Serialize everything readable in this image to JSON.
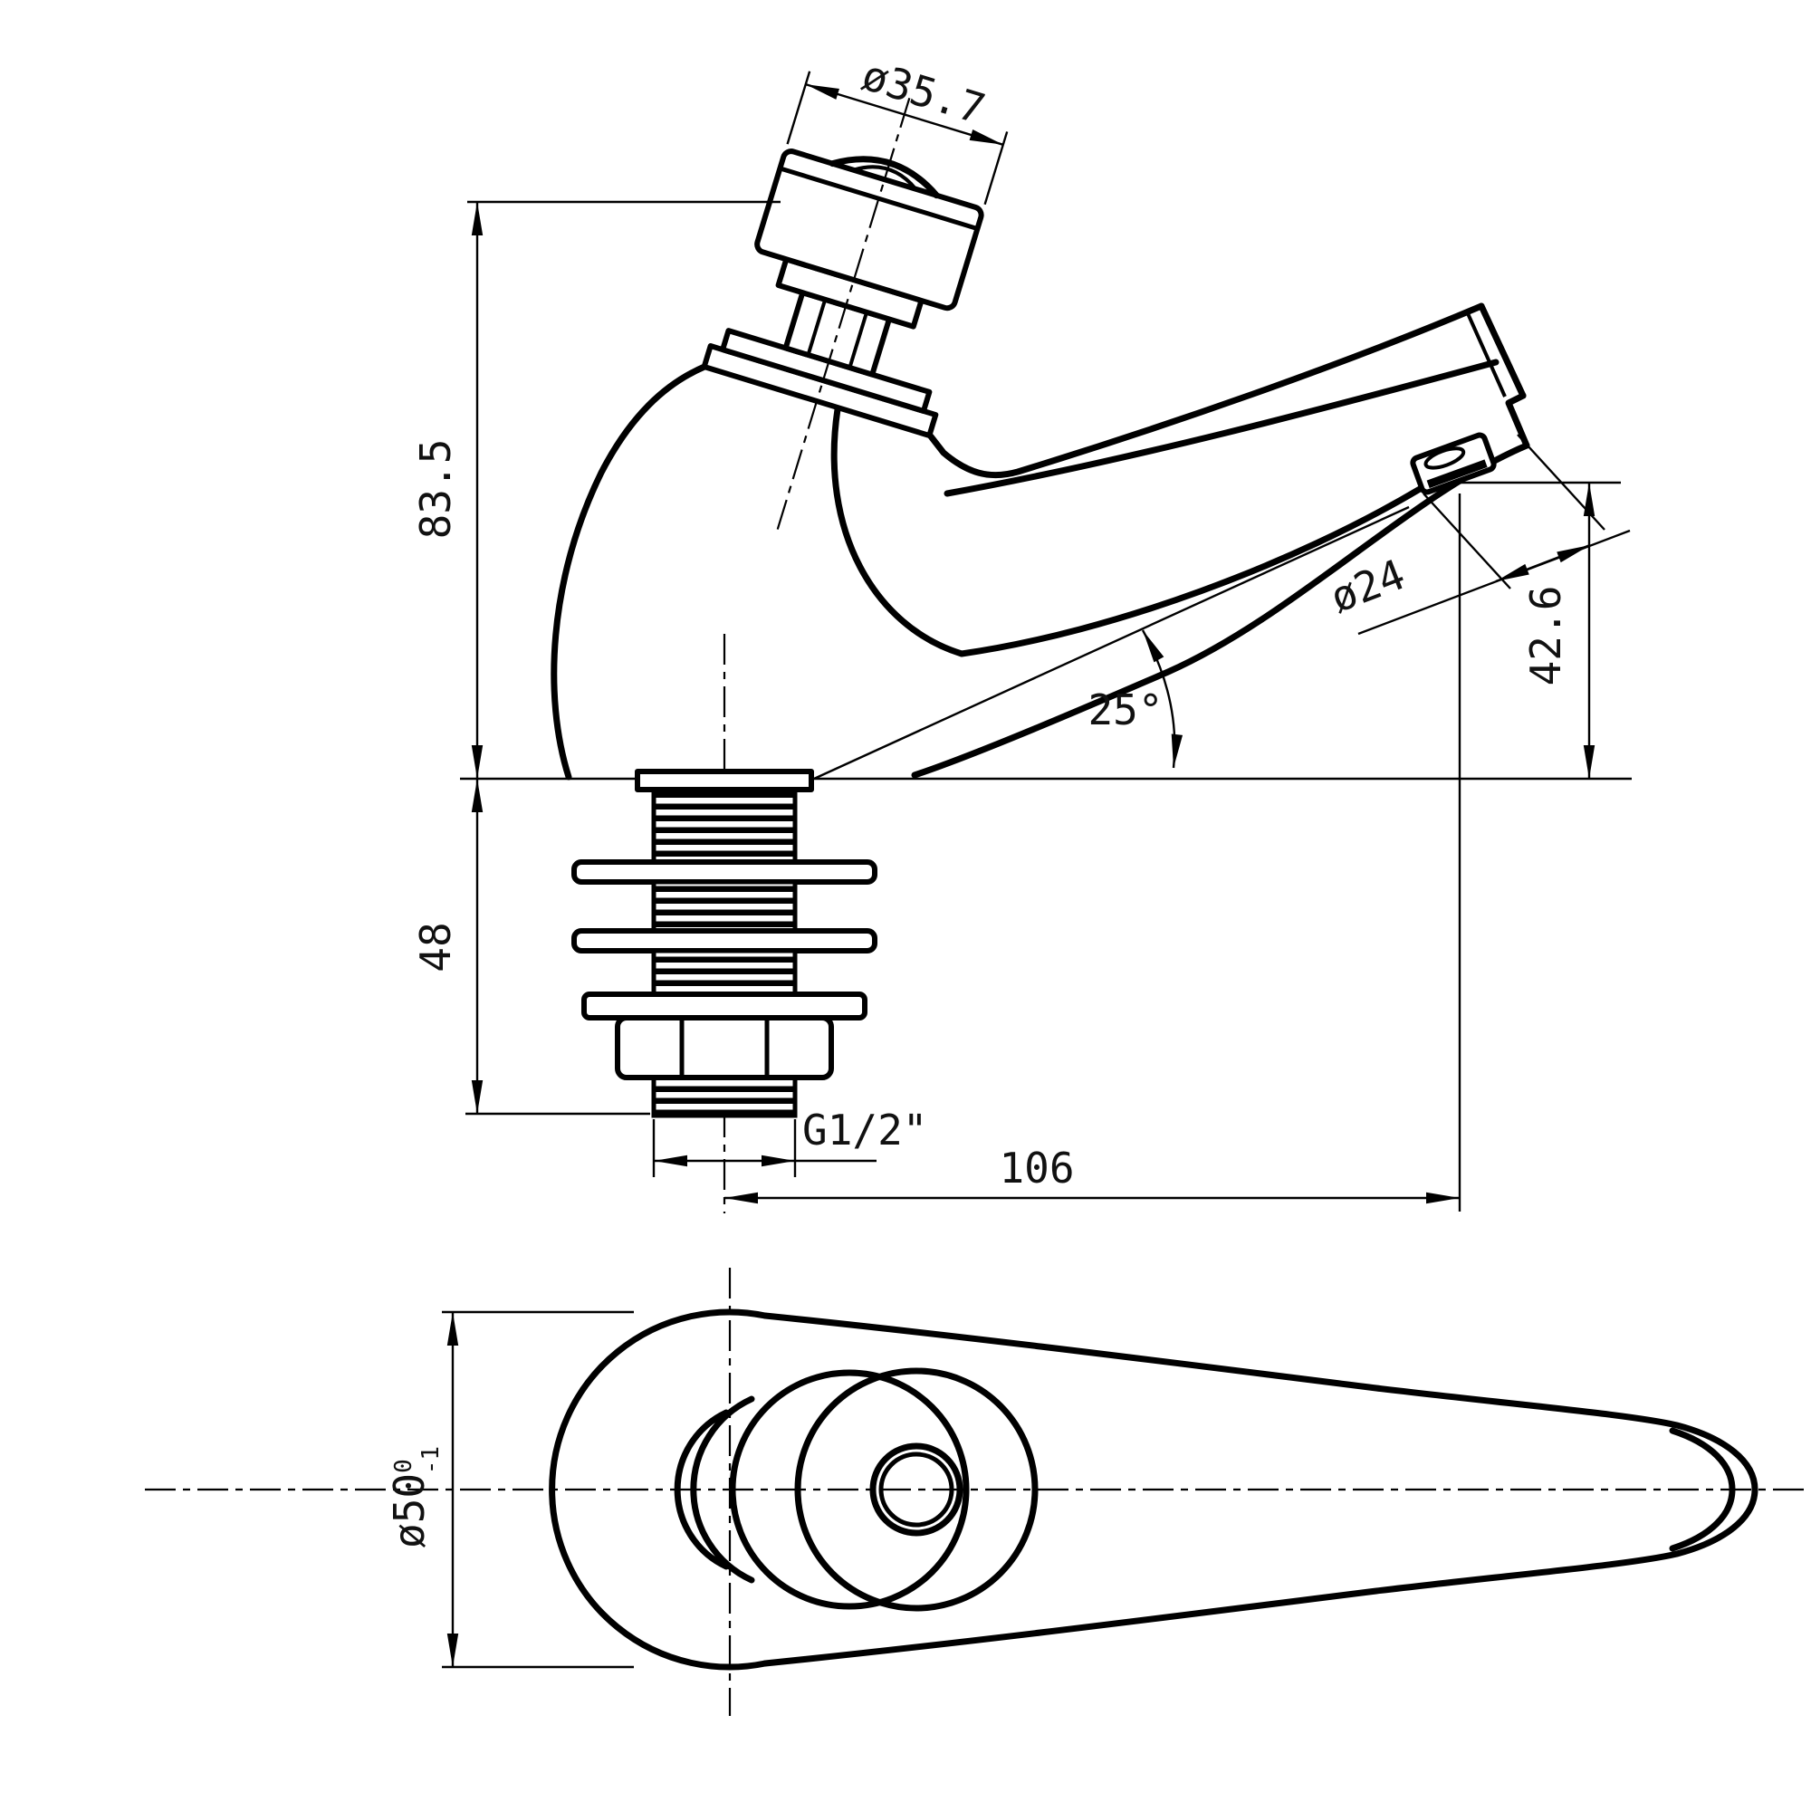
{
  "drawing": {
    "type": "technical-dimension-drawing",
    "subject": "self-closing basin pillar tap, side elevation and handle plan view",
    "colors": {
      "line": "#000000",
      "background": "#ffffff"
    },
    "dimensions": {
      "button_diameter": "ø35.7",
      "body_height": "83.5",
      "shank_length": "48",
      "outlet_diameter": "ø24",
      "spout_angle": "25°",
      "outlet_height": "42.6",
      "thread_size": "G1/2\"",
      "overall_length": "106",
      "handle_diameter": "ø50",
      "handle_tol_upper": "0",
      "handle_tol_lower": "-1"
    }
  }
}
